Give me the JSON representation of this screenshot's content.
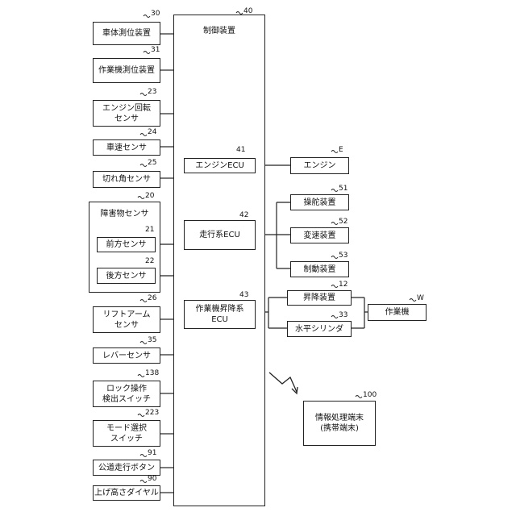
{
  "sensors": {
    "vehicle_positioning": {
      "label": "車体測位装置",
      "ref": "30"
    },
    "work_machine_positioning": {
      "label": "作業機測位装置",
      "ref": "31"
    },
    "engine_rotation_sensor": {
      "label": "エンジン回転\nセンサ",
      "ref": "23"
    },
    "vehicle_speed_sensor": {
      "label": "車速センサ",
      "ref": "24"
    },
    "steering_angle_sensor": {
      "label": "切れ角センサ",
      "ref": "25"
    },
    "obstacle_sensor_group": {
      "label": "障害物センサ",
      "ref": "20"
    },
    "front_sensor": {
      "label": "前方センサ",
      "ref": "21"
    },
    "rear_sensor": {
      "label": "後方センサ",
      "ref": "22"
    },
    "lift_arm_sensor": {
      "label": "リフトアーム\nセンサ",
      "ref": "26"
    },
    "lever_sensor": {
      "label": "レバーセンサ",
      "ref": "35"
    },
    "lock_detection_switch": {
      "label": "ロック操作\n検出スイッチ",
      "ref": "138"
    },
    "mode_select_switch": {
      "label": "モード選択\nスイッチ",
      "ref": "223"
    },
    "road_travel_button": {
      "label": "公道走行ボタン",
      "ref": "91"
    },
    "lift_height_dial": {
      "label": "上げ高さダイヤル",
      "ref": "90"
    }
  },
  "controller": {
    "label": "制御装置",
    "ref": "40",
    "engine_ecu": {
      "label": "エンジンECU",
      "ref": "41"
    },
    "travel_ecu": {
      "label": "走行系ECU",
      "ref": "42"
    },
    "implement_ecu": {
      "label": "作業機昇降系\nECU",
      "ref": "43"
    }
  },
  "actuators": {
    "engine": {
      "label": "エンジン",
      "ref": "E"
    },
    "steering_device": {
      "label": "操舵装置",
      "ref": "51"
    },
    "transmission": {
      "label": "変速装置",
      "ref": "52"
    },
    "braking_device": {
      "label": "制動装置",
      "ref": "53"
    },
    "lifting_device": {
      "label": "昇降装置",
      "ref": "12"
    },
    "horizontal_cylinder": {
      "label": "水平シリンダ",
      "ref": "33"
    },
    "work_machine": {
      "label": "作業機",
      "ref": "W"
    }
  },
  "terminal": {
    "label": "情報処理端末\n(携帯端末)",
    "ref": "100"
  },
  "colors": {
    "line": "#222222",
    "background": "#ffffff"
  }
}
